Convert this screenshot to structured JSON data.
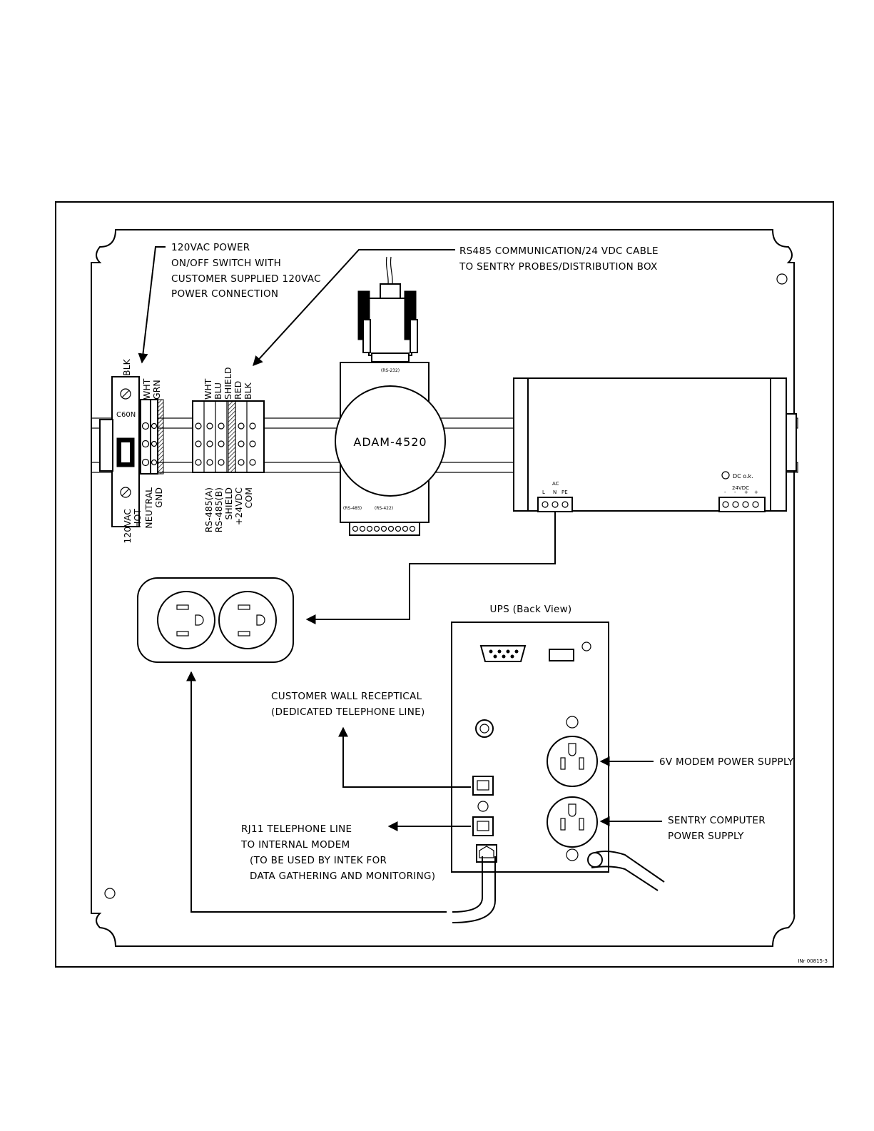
{
  "labels": {
    "power_note": [
      "120VAC POWER",
      "ON/OFF SWITCH WITH",
      "CUSTOMER SUPPLIED 120VAC",
      "POWER CONNECTION"
    ],
    "cable_note": [
      "RS485 COMMUNICATION/24 VDC CABLE",
      "TO SENTRY PROBES/DISTRIBUTION BOX"
    ],
    "wire_colors_power": [
      "BLK",
      "WHT",
      "GRN"
    ],
    "wire_colors_signal": [
      "WHT",
      "BLU",
      "SHIELD",
      "RED",
      "BLK"
    ],
    "breaker_label": "C60N",
    "terminals_power": [
      "120VAC",
      "HOT",
      "NEUTRAL",
      "GND"
    ],
    "terminals_signal": [
      "RS-485(A)",
      "RS-485(B)",
      "SHIELD",
      "+24VDC",
      "COM"
    ],
    "converter_name": "ADAM-4520",
    "converter_port_top": "(RS-232)",
    "converter_port_bottom_left": "(RS-485)",
    "converter_port_bottom_right": "(RS-422)",
    "psu_terminal_ac": "AC",
    "psu_terminal_letters": [
      "L",
      "N",
      "PE"
    ],
    "psu_dc_ok": "DC o.k.",
    "psu_24vdc": "24VDC",
    "psu_dc_pins": [
      "-",
      "-",
      "+",
      "+"
    ],
    "ups_title": "UPS (Back View)",
    "customer_wall_note": [
      "CUSTOMER WALL RECEPTICAL",
      "(DEDICATED TELEPHONE LINE)"
    ],
    "modem_supply_note": "6V MODEM POWER SUPPLY",
    "computer_supply_note": [
      "SENTRY COMPUTER",
      "POWER SUPPLY"
    ],
    "rj11_note": [
      "RJ11 TELEPHONE LINE",
      "TO INTERNAL MODEM",
      "(TO BE USED BY INTEK FOR",
      "DATA GATHERING AND MONITORING)"
    ],
    "drawing_number": "INr 00815-3"
  }
}
